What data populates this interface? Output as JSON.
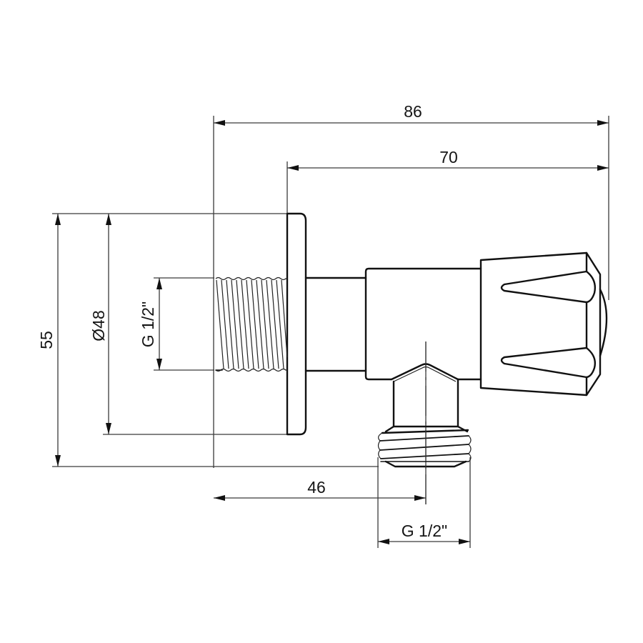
{
  "drawing": {
    "subject": "Angle valve with wall flange (side view)",
    "line_color": "#111111",
    "background": "#ffffff"
  },
  "dimensions": {
    "overall_length": {
      "value": "86",
      "orientation": "horizontal"
    },
    "valve_length": {
      "value": "70",
      "orientation": "horizontal"
    },
    "outlet_offset": {
      "value": "46",
      "orientation": "horizontal"
    },
    "outlet_thread": {
      "value": "G 1/2\"",
      "orientation": "horizontal"
    },
    "overall_height": {
      "value": "55",
      "orientation": "vertical"
    },
    "flange_diameter": {
      "value": "Ø48",
      "orientation": "vertical"
    },
    "inlet_thread": {
      "value": "G 1/2\"",
      "orientation": "vertical"
    }
  }
}
